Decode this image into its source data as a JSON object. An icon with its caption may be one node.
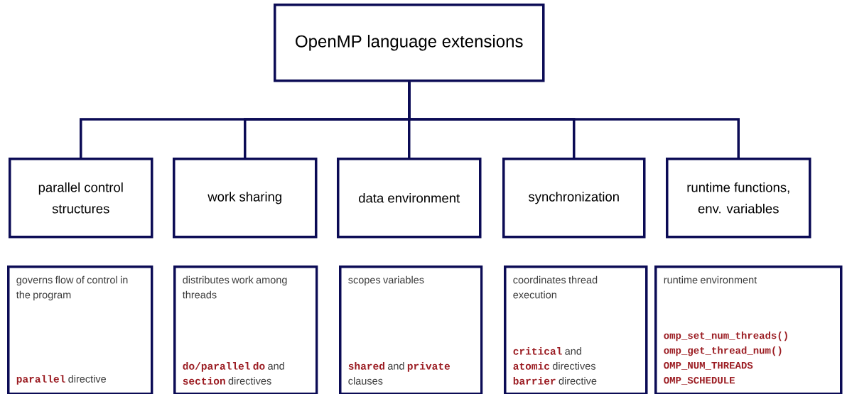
{
  "diagram": {
    "nodes": [
      {
        "text": [
          "OpenMP language extensions"
        ]
      },
      {
        "text": [
          "parallel control structures"
        ]
      },
      {
        "text": [
          "work sharing"
        ]
      },
      {
        "text": [
          "data environment"
        ]
      },
      {
        "text": [
          "synchronization"
        ]
      },
      {
        "text": [
          "runtime functions, env. variables"
        ]
      },
      {
        "text": [
          "governs flow of control in the program",
          "**parallel** directive"
        ]
      },
      {
        "text": [
          "distributes work among threads",
          "**do/parallel do** and **section** directives"
        ]
      },
      {
        "text": [
          "scopes variables",
          "**shared** and **private** clauses"
        ]
      },
      {
        "text": [
          "coordinates thread execution",
          "**critical** and **atomic** directives **barrier** directive"
        ]
      },
      {
        "text": [
          "runtime environment",
          "omp_set_num_threads() omp_get_thread_num() OMP_NUM_THREADS OMP_SCHEDULE"
        ]
      }
    ],
    "edges": [
      {
        "from": 0,
        "to": 1,
        "arrow": "none"
      },
      {
        "from": 0,
        "to": 2,
        "arrow": "none"
      },
      {
        "from": 0,
        "to": 3,
        "arrow": "none"
      },
      {
        "from": 0,
        "to": 4,
        "arrow": "none"
      },
      {
        "from": 0,
        "to": 5,
        "arrow": "none"
      }
    ]
  }
}
